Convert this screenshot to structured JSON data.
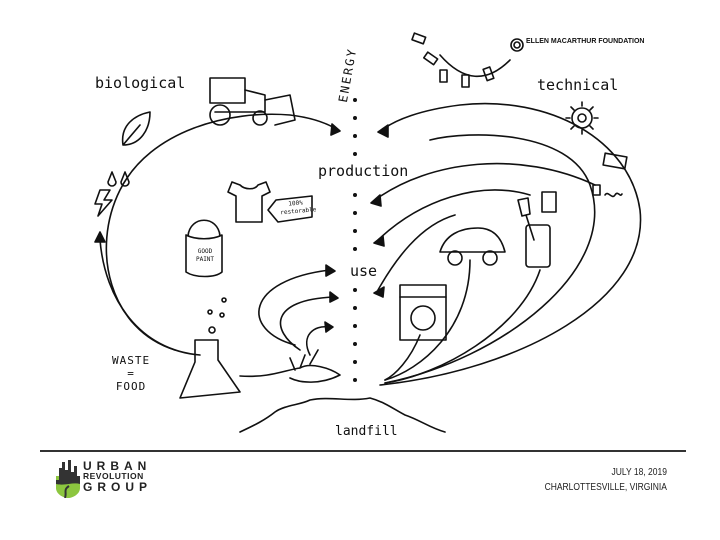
{
  "diagram": {
    "labels": {
      "biological": "biological",
      "technical": "technical",
      "energy": "ENERGY",
      "production": "production",
      "use": "use",
      "waste": "WASTE",
      "equals": "=",
      "food": "FOOD",
      "landfill": "landfill",
      "tag": "100% restorable",
      "paint": "GOOD PAINT"
    },
    "partner": "ELLEN MACARTHUR FOUNDATION"
  },
  "footer": {
    "logo": {
      "line1": "URBAN",
      "line2": "REVOLUTION",
      "line3": "GROUP"
    },
    "date": "JULY 18, 2019",
    "location": "CHARLOTTESVILLE, VIRGINIA"
  },
  "colors": {
    "ink": "#111111",
    "logo_green": "#8cc63f",
    "logo_dark": "#333333"
  }
}
